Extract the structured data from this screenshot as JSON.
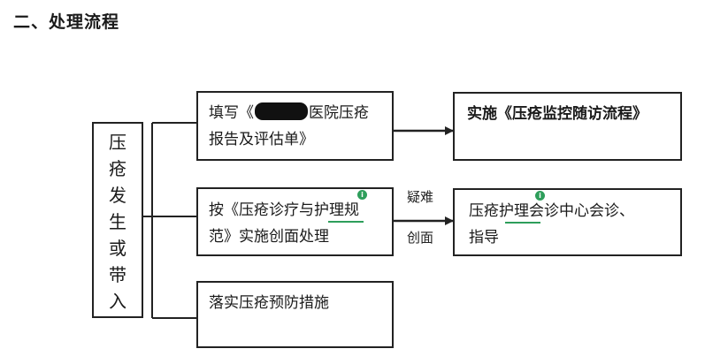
{
  "heading": "二、处理流程",
  "left_box": {
    "chars": [
      "压",
      "疮",
      "发",
      "生",
      "或",
      "带",
      "入"
    ]
  },
  "box_report": {
    "line1_prefix": "填写《",
    "line1_suffix": "医院压疮",
    "line2": "报告及评估单》"
  },
  "box_followup": {
    "text": "实施《压疮监控随访流程》"
  },
  "box_treatment": {
    "line1": "按《压疮诊疗与护理规",
    "line2": "范》实施创面处理"
  },
  "box_consult": {
    "line1": "压疮护理会诊中心会诊、",
    "line2": "指导"
  },
  "box_prevention": {
    "text": "落实压疮预防措施"
  },
  "edge_label": {
    "line1": "疑难",
    "line2": "创面"
  },
  "colors": {
    "border": "#222222",
    "annotation": "#2e9e5b"
  },
  "icons": {
    "annotation_marker": "info-dot-icon"
  }
}
